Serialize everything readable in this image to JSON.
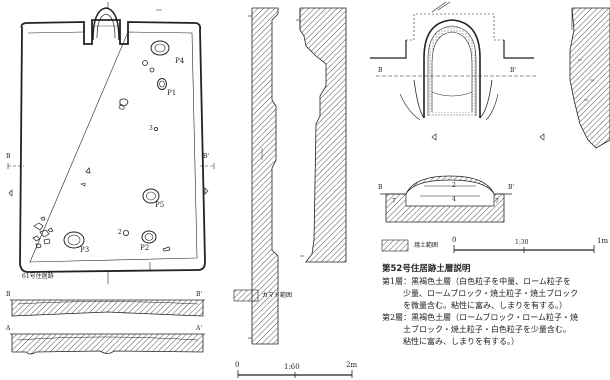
{
  "section_title": "第52号住居跡土層説明",
  "layers": [
    {
      "line1": "第1層：黒褐色土層（白色粒子を中量、ローム粒子を",
      "line2": "少量、ロームブロック・焼土粒子・焼土ブロック",
      "line3": "を微量含む。粘性に富み、しまりを有する。）"
    },
    {
      "line1": "第2層：黒褐色土層（ロームブロック・ローム粒子・焼",
      "line2": "土ブロック・焼土粒子・白色粒子を少量含む。",
      "line3": "粘性に富み、しまりを有する。）"
    }
  ],
  "plan": {
    "house_label": "61号住居跡",
    "pits": [
      "P1",
      "P2",
      "P3",
      "P4",
      "P5"
    ],
    "small_labels": [
      "2",
      "3"
    ],
    "section_marks": {
      "b": "B",
      "b_prime": "B'",
      "a": "A",
      "a_prime": "A'"
    }
  },
  "legend": {
    "kamado": "カマド範囲",
    "burnt_soil": "焼土範囲"
  },
  "scale_plan": {
    "start": "0",
    "ratio": "1:60",
    "end": "2m"
  },
  "scale_kamado": {
    "start": "0",
    "ratio": "1:30",
    "end": "1m"
  },
  "kamado_section_layers": [
    "7",
    "2",
    "4",
    "7"
  ],
  "colors": {
    "ink": "#222222",
    "hatch": "#555555"
  }
}
